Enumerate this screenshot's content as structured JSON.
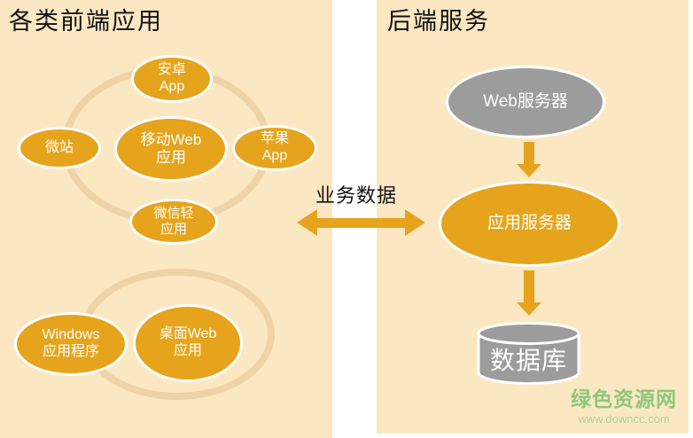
{
  "colors": {
    "panel_background": "#FBE8C3",
    "node_orange": "#E6A41C",
    "node_gray": "#9C9C9C",
    "ring_outline": "#EFD3A8",
    "arrow_orange": "#E6A41C",
    "node_border_white": "#FFFFFF",
    "title_text": "#111111",
    "node_text": "#FFFFFF",
    "watermark_green": "#8CC878",
    "watermark_url_green": "#A9D597"
  },
  "frontend_panel": {
    "title": "各类前端应用",
    "mobile_ring_nodes": [
      {
        "id": "android-app",
        "label": "安卓\nApp"
      },
      {
        "id": "micro-site",
        "label": "微站"
      },
      {
        "id": "mobile-web-app",
        "label": "移动Web\n应用"
      },
      {
        "id": "apple-app",
        "label": "苹果\nApp"
      },
      {
        "id": "wechat-light-app",
        "label": "微信轻\n应用"
      }
    ],
    "desktop_ring_nodes": [
      {
        "id": "windows-app",
        "label": "Windows\n应用程序"
      },
      {
        "id": "desktop-web-app",
        "label": "桌面Web\n应用"
      }
    ]
  },
  "backend_panel": {
    "title": "后端服务",
    "web_server": {
      "label": "Web服务器"
    },
    "app_server": {
      "label": "应用服务器"
    },
    "database": {
      "label": "数据库"
    }
  },
  "connector": {
    "label": "业务数据"
  },
  "watermark": {
    "site_name": "绿色资源网",
    "site_url": "www.downcc.com"
  }
}
